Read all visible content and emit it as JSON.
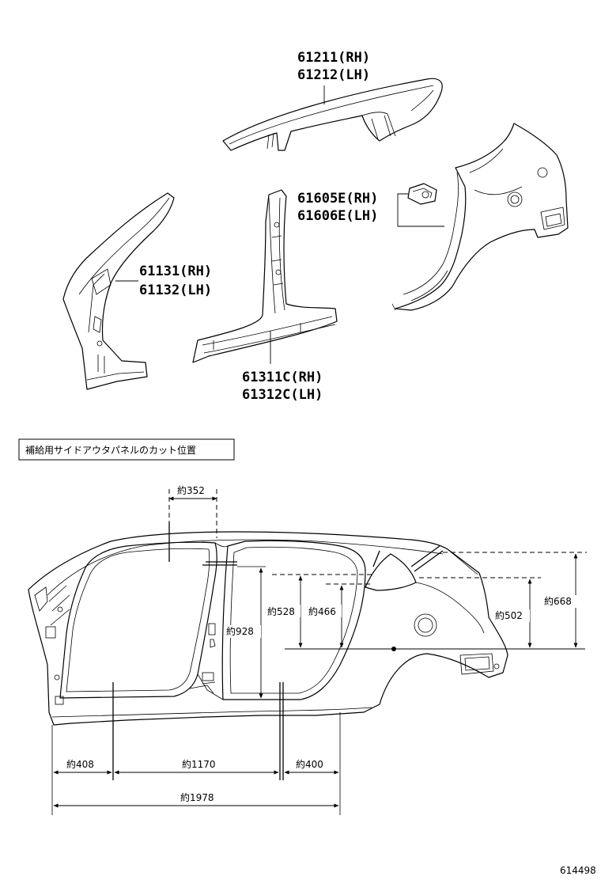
{
  "parts": {
    "roof_rail": {
      "rh": "61211(RH)",
      "lh": "61212(LH)"
    },
    "quarter_panel": {
      "rh": "61605E(RH)",
      "lh": "61606E(LH)"
    },
    "front_pillar": {
      "rh": "61131(RH)",
      "lh": "61132(LH)"
    },
    "center_pillar": {
      "rh": "61311C(RH)",
      "lh": "61312C(LH)"
    }
  },
  "section_caption": "補給用サイドアウタパネルのカット位置",
  "dimensions": {
    "d352": "約352",
    "d528": "約528",
    "d466": "約466",
    "d928": "約928",
    "d502": "約502",
    "d668": "約668",
    "d408": "約408",
    "d1170": "約1170",
    "d400": "約400",
    "d1978": "約1978"
  },
  "figure_number": "614498"
}
